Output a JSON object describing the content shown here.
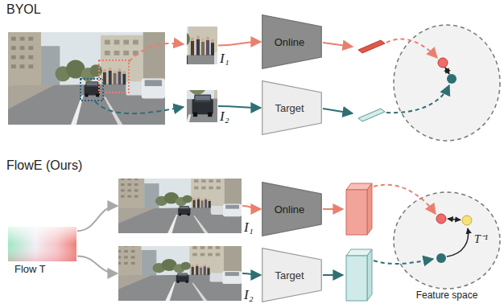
{
  "diagram": {
    "nodes": [
      {
        "text": [
          "I₁"
        ]
      },
      {
        "text": [
          "I₂"
        ]
      },
      {
        "text": [
          "Online"
        ]
      },
      {
        "text": [
          "Target"
        ]
      },
      {
        "text": [
          "Flow T"
        ]
      },
      {
        "text": [
          "I₁"
        ]
      },
      {
        "text": [
          "I₂"
        ]
      },
      {
        "text": [
          "Online"
        ]
      },
      {
        "text": [
          "Target"
        ]
      },
      {
        "text": [
          "Feature space"
        ]
      }
    ],
    "edges": [
      {
        "from": 0,
        "to": 2,
        "arrow": "to"
      },
      {
        "from": 1,
        "to": 3,
        "arrow": "to"
      },
      {
        "from": 4,
        "to": 5,
        "arrow": "to"
      },
      {
        "from": 4,
        "to": 6,
        "arrow": "to"
      },
      {
        "from": 5,
        "to": 7,
        "arrow": "to"
      },
      {
        "from": 6,
        "to": 8,
        "arrow": "to"
      }
    ],
    "labels": [
      "BYOL",
      "FlowE (Ours)",
      "T⁻¹"
    ]
  }
}
